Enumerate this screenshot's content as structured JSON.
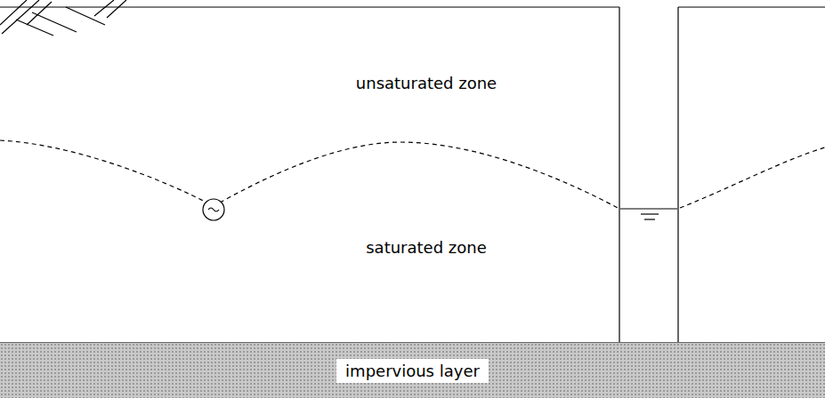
{
  "diagram": {
    "nodes": [
      {
        "text": [
          "impervious layer"
        ]
      }
    ],
    "labels": [
      "unsaturated zone",
      "saturated zone"
    ]
  }
}
